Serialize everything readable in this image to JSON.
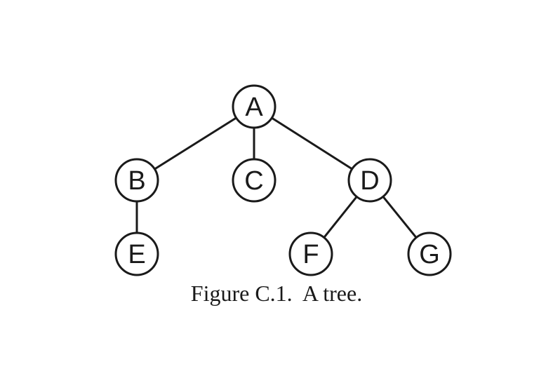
{
  "tree": {
    "nodes": [
      {
        "id": "A",
        "label": "A"
      },
      {
        "id": "B",
        "label": "B"
      },
      {
        "id": "C",
        "label": "C"
      },
      {
        "id": "D",
        "label": "D"
      },
      {
        "id": "E",
        "label": "E"
      },
      {
        "id": "F",
        "label": "F"
      },
      {
        "id": "G",
        "label": "G"
      }
    ],
    "edges": [
      {
        "from": "A",
        "to": "B"
      },
      {
        "from": "A",
        "to": "C"
      },
      {
        "from": "A",
        "to": "D"
      },
      {
        "from": "B",
        "to": "E"
      },
      {
        "from": "D",
        "to": "F"
      },
      {
        "from": "D",
        "to": "G"
      }
    ]
  },
  "caption": "Figure C.1.  A tree."
}
